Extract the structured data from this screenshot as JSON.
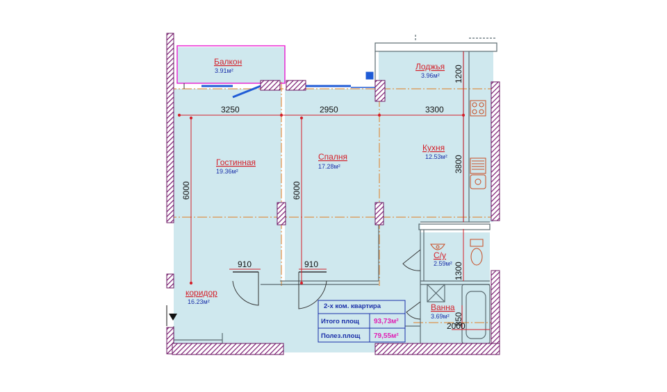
{
  "rooms": {
    "balcony": {
      "name": "Балкон",
      "area": "3.91м²"
    },
    "loggia": {
      "name": "Лоджья",
      "area": "3.96м²"
    },
    "living": {
      "name": "Гостинная",
      "area": "19.36м²"
    },
    "bedroom": {
      "name": "Спалня",
      "area": "17.28м²"
    },
    "kitchen": {
      "name": "Кухня",
      "area": "12.53м²"
    },
    "toilet": {
      "name": "С/у",
      "area": "2.59м²"
    },
    "corridor": {
      "name": "коридор",
      "area": "16.23м²"
    },
    "bathroom": {
      "name": "Ванна",
      "area": "3.69м²"
    }
  },
  "dimensions": {
    "w_living": "3250",
    "w_bedroom": "2950",
    "w_kitchen": "3300",
    "h_living": "6000",
    "h_bedroom": "6000",
    "h_loggia": "1200",
    "h_kitchen": "3800",
    "h_toilet": "1300",
    "h_bath": "850",
    "w_bath": "2000",
    "door_1": "910",
    "door_2": "910"
  },
  "info": {
    "title": "2-х ком. квартира",
    "total_label": "Итого площ",
    "total_value": "93,73м²",
    "useful_label": "Полез.площ",
    "useful_value": "79,55м²"
  },
  "colors": {
    "room_fill": "#cfe8ee",
    "wall": "#8b1f7a",
    "dim_line": "#d4202a",
    "axis_line": "#e07b20",
    "window": "#1f5bd6"
  }
}
